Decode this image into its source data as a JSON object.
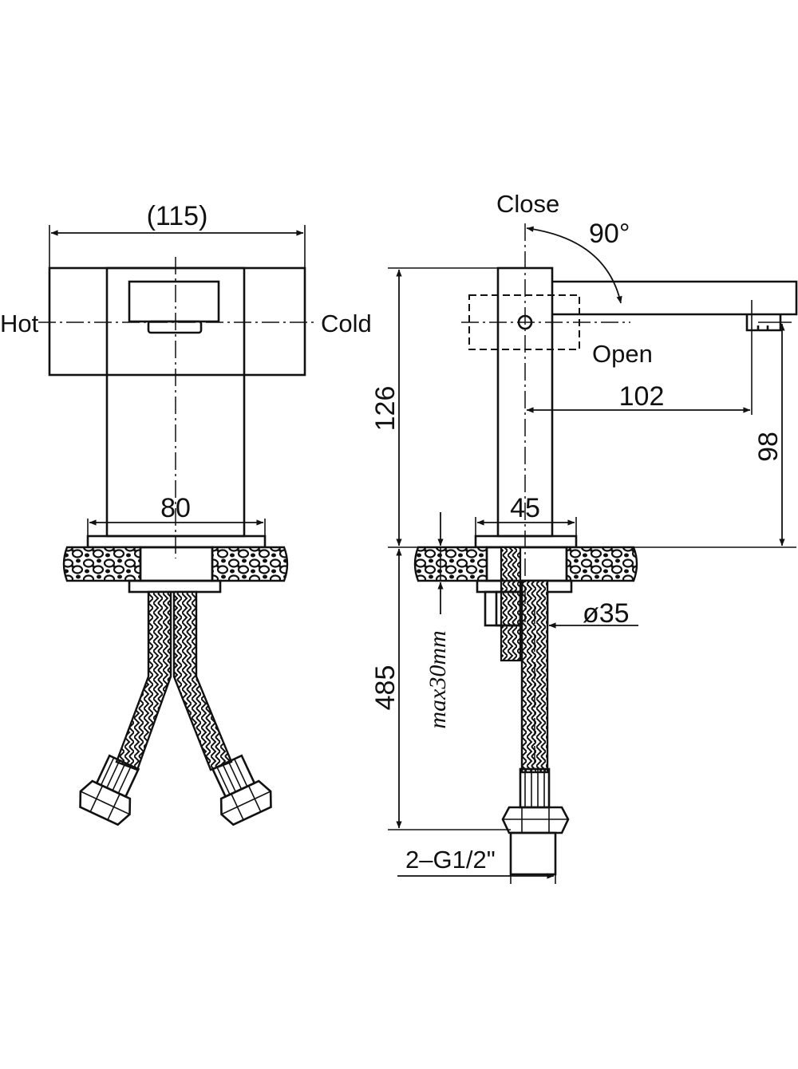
{
  "front_view": {
    "width_overall": "(115)",
    "base_width": "80",
    "hot_label": "Hot",
    "cold_label": "Cold"
  },
  "side_view": {
    "close_label": "Close",
    "open_label": "Open",
    "handle_angle": "90°",
    "height_above_deck": "126",
    "spout_reach": "102",
    "spout_height": "98",
    "base_diameter": "45",
    "hole_diameter": "ø35",
    "hose_length": "485",
    "max_deck_thickness": "max30mm",
    "connection": "2–G1/2\""
  }
}
